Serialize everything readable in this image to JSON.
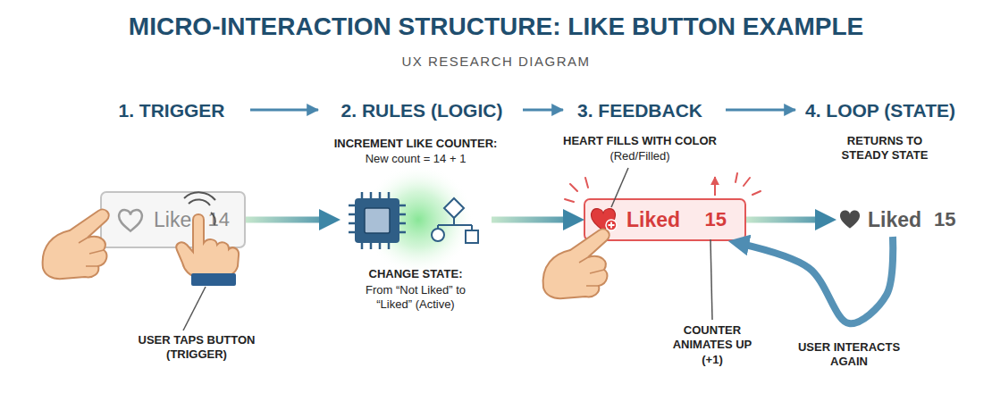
{
  "diagram": {
    "title": "MICRO-INTERACTION STRUCTURE: LIKE BUTTON EXAMPLE",
    "nodes": [
      {
        "text": [
          "Like",
          "14"
        ]
      },
      {
        "text": [
          "INCREMENT LIKE COUNTER:",
          "New count = 14 + 1",
          "CHANGE STATE:",
          "From “Not Liked” to “Liked” (Active)"
        ]
      },
      {
        "text": [
          "Liked",
          "15"
        ]
      },
      {
        "text": [
          "Liked",
          "15"
        ]
      }
    ],
    "edges": [
      {
        "from": 0,
        "to": 1,
        "arrow": "to"
      },
      {
        "from": 1,
        "to": 2,
        "arrow": "to"
      },
      {
        "from": 2,
        "to": 3,
        "arrow": "to"
      },
      {
        "from": 3,
        "to": 2,
        "arrow": "to",
        "label": "USER INTERACTS AGAIN"
      }
    ],
    "labels": [
      "UX RESEARCH DIAGRAM",
      "1. TRIGGER",
      "2. RULES (LOGIC)",
      "3. FEEDBACK",
      "4. LOOP (STATE)",
      "HEART FILLS WITH COLOR",
      "(Red/Filled)",
      "RETURNS TO STEADY STATE",
      "USER TAPS BUTTON (TRIGGER)",
      "COUNTER ANIMATES UP (+1)"
    ]
  }
}
